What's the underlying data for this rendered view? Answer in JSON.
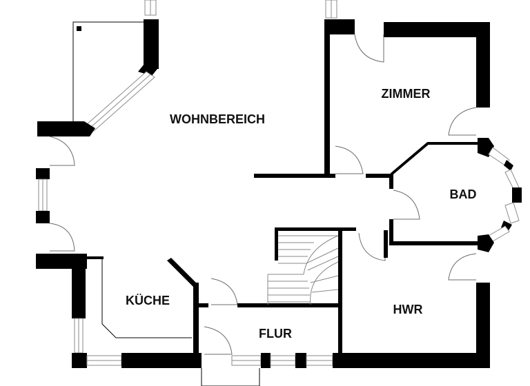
{
  "plan": {
    "rooms": [
      {
        "label": "WOHNBEREICH"
      },
      {
        "label": "ZIMMER"
      },
      {
        "label": "BAD"
      },
      {
        "label": "KÜCHE"
      },
      {
        "label": "HWR"
      },
      {
        "label": "FLUR"
      }
    ],
    "colors": {
      "wall": "#000000",
      "background": "#ffffff"
    }
  }
}
